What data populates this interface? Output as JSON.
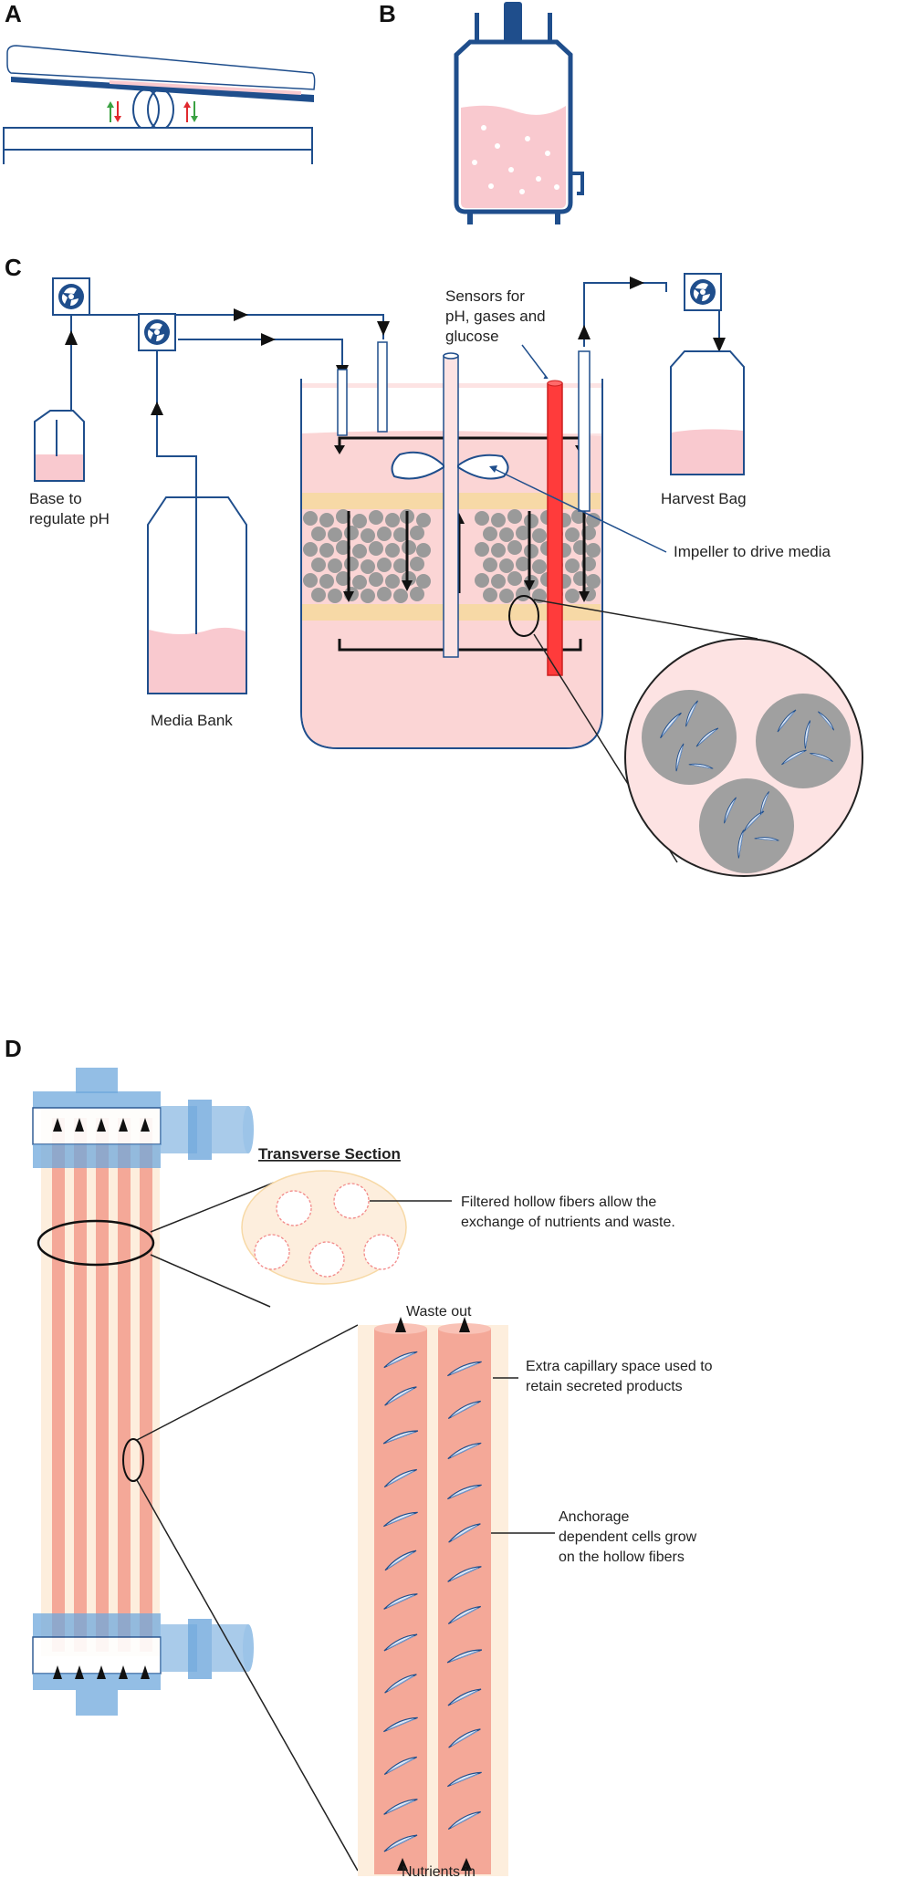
{
  "panels": {
    "a": "A",
    "b": "B",
    "c": "C",
    "d": "D"
  },
  "panel_c": {
    "sensor_label_l1": "Sensors for",
    "sensor_label_l2": "pH, gases and",
    "sensor_label_l3": "glucose",
    "base_label_l1": "Base to",
    "base_label_l2": "regulate pH",
    "harvest_label": "Harvest Bag",
    "impeller_label": "Impeller to drive media",
    "media_bank_label": "Media Bank"
  },
  "panel_d": {
    "transverse_title": "Transverse Section",
    "fibers_label_l1": "Filtered hollow fibers allow the",
    "fibers_label_l2": "exchange of nutrients and waste.",
    "waste_label": "Waste out",
    "ecs_label_l1": "Extra capillary space used to",
    "ecs_label_l2": "retain secreted products",
    "cells_label_l1": "Anchorage",
    "cells_label_l2": "dependent cells grow",
    "cells_label_l3": "on the hollow fibers",
    "nutrients_label": "Nutrients in"
  },
  "colors": {
    "navy": "#1f4e8c",
    "pink_media": "#f9c9cf",
    "pale_pink": "#fde3e3",
    "sensor_red": "#ff3b3b",
    "bead_grey": "#9a9a9a",
    "band_yellow": "#f7d9a6",
    "fiber_salmon": "#f4a898",
    "cartridge_cream": "#fdeedd",
    "cap_blue": "#6fa8dc"
  }
}
